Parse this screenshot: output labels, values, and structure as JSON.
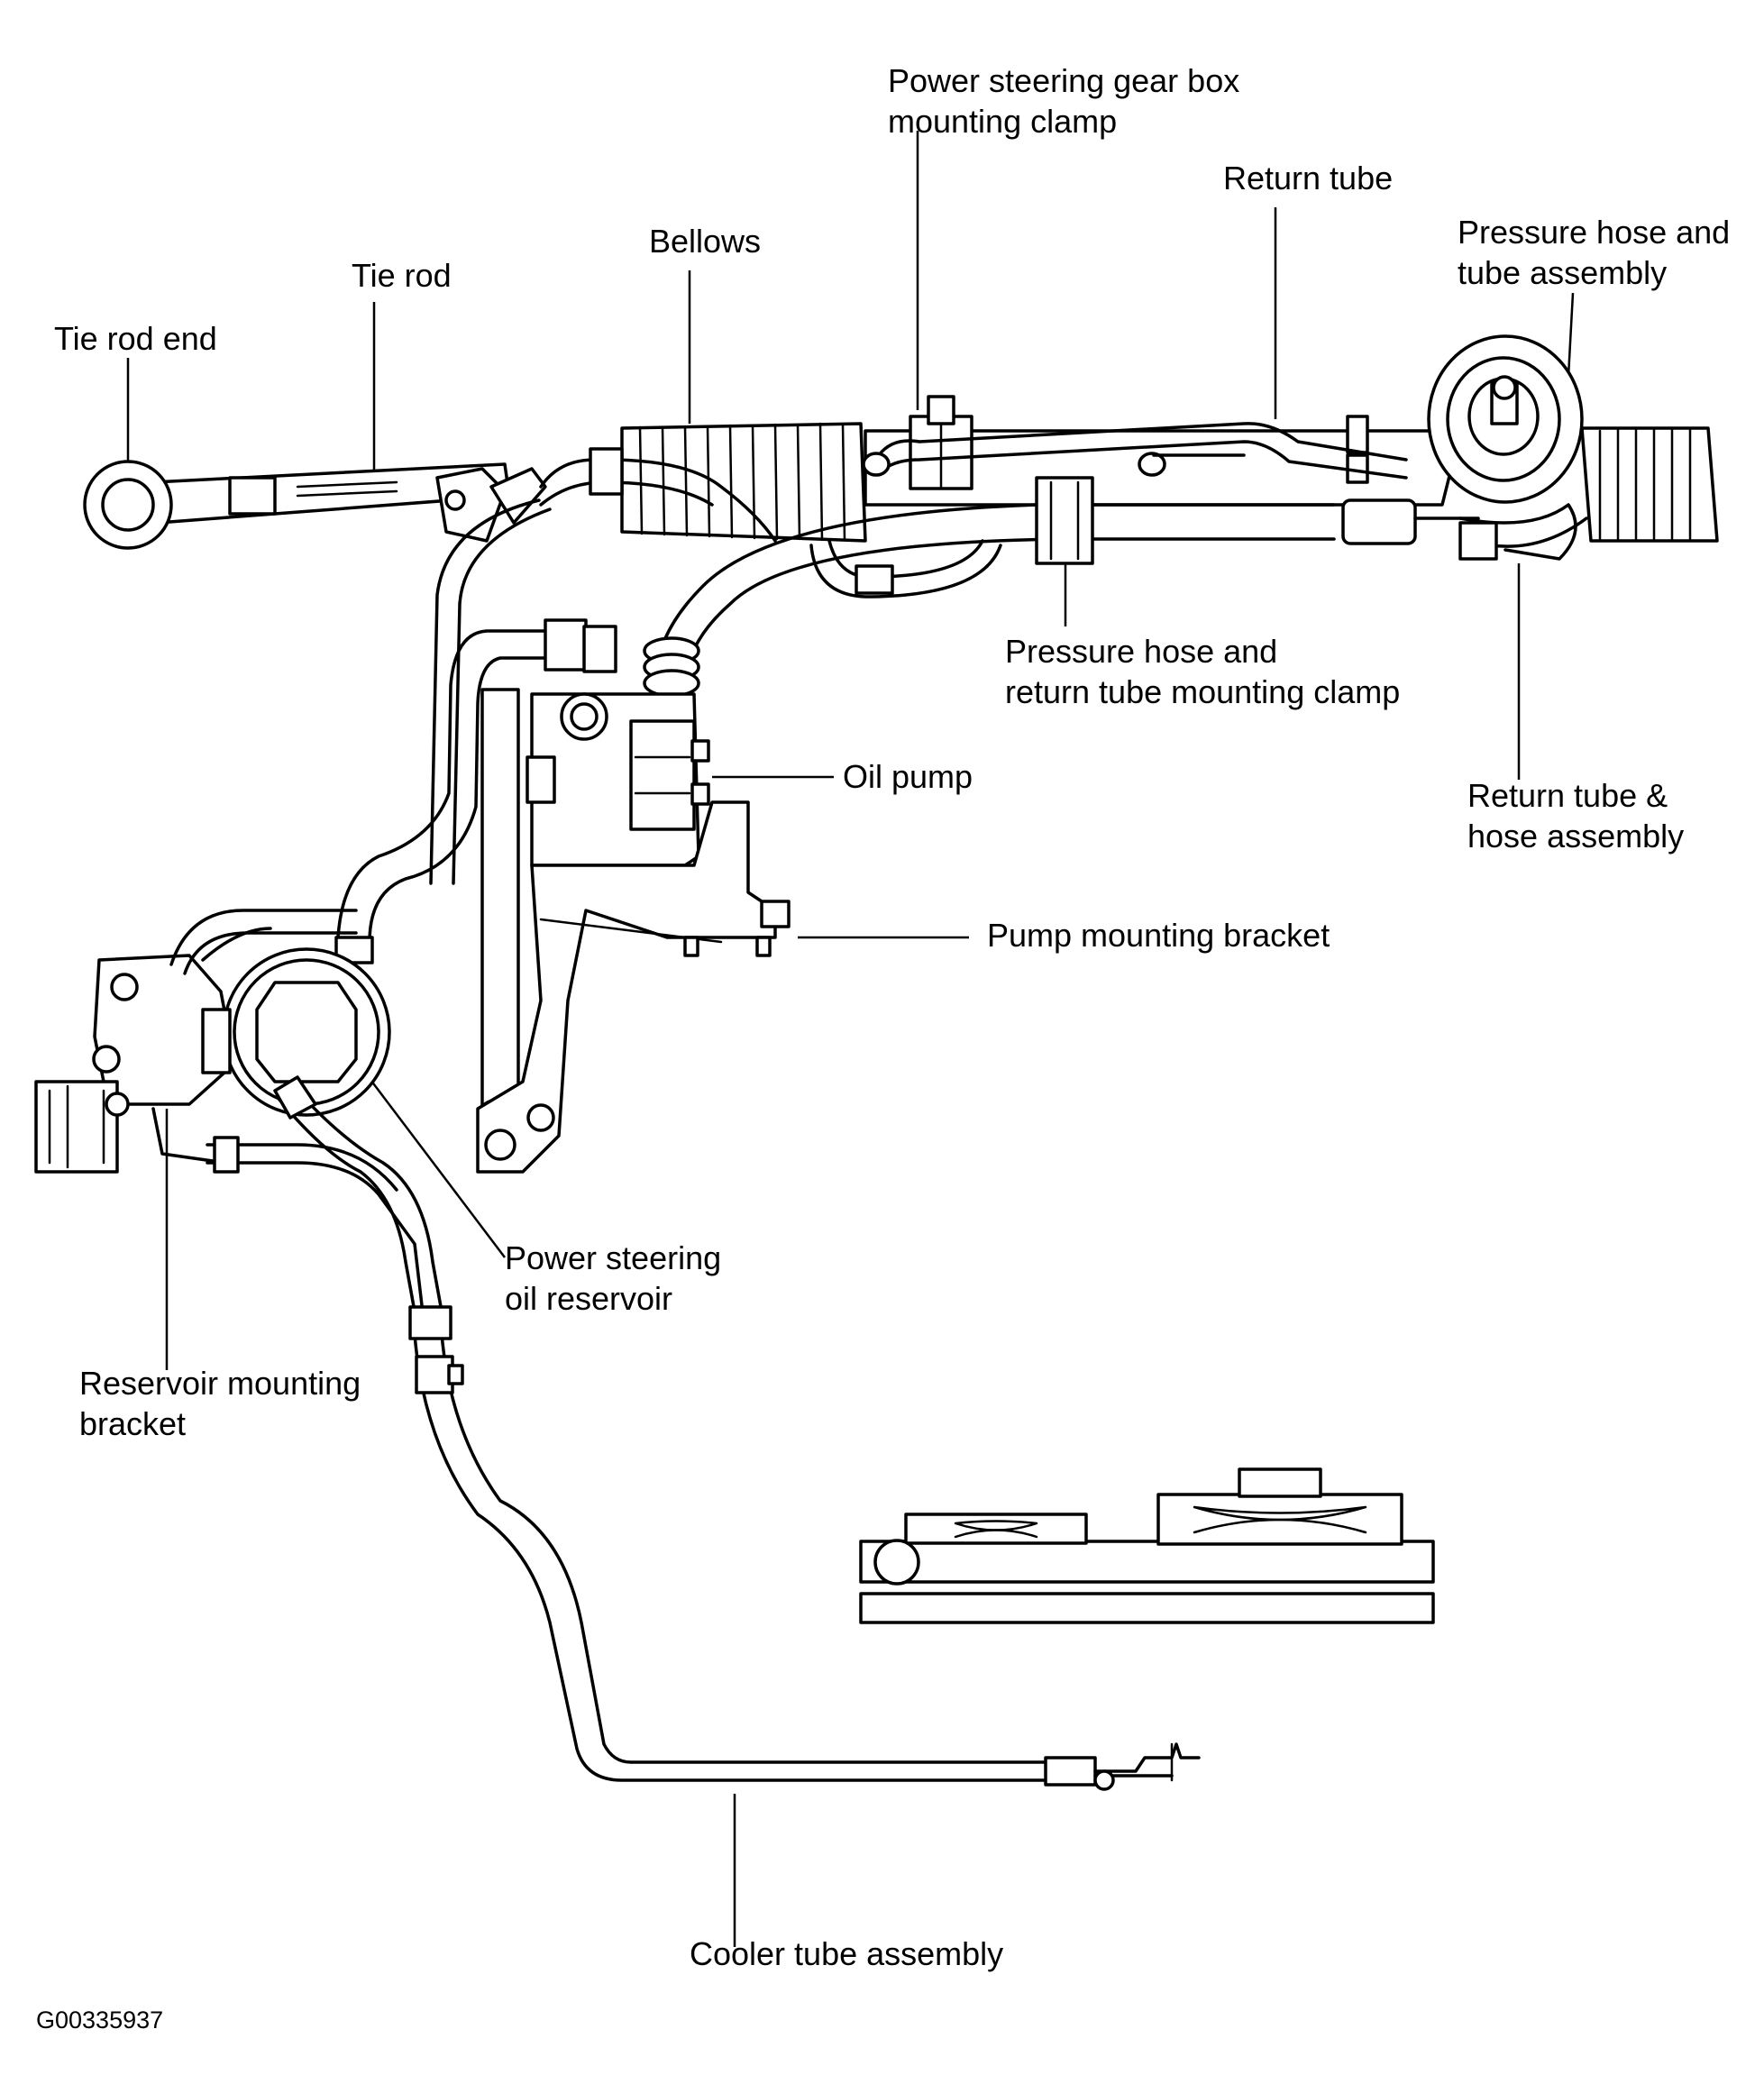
{
  "figure_code": "G00335937",
  "labels": {
    "gearbox_clamp": [
      "Power steering gear box",
      "mounting clamp"
    ],
    "return_tube": [
      "Return tube"
    ],
    "pressure_hose_tube": [
      "Pressure hose and",
      "tube assembly"
    ],
    "bellows": [
      "Bellows"
    ],
    "tie_rod": [
      "Tie rod"
    ],
    "tie_rod_end": [
      "Tie rod end"
    ],
    "pressure_return_clamp": [
      "Pressure hose and",
      "return tube mounting clamp"
    ],
    "oil_pump": [
      "Oil pump"
    ],
    "return_tube_hose": [
      "Return tube &",
      "hose assembly"
    ],
    "pump_bracket": [
      "Pump mounting bracket"
    ],
    "oil_reservoir": [
      "Power steering",
      "oil reservoir"
    ],
    "reservoir_bracket": [
      "Reservoir mounting",
      "bracket"
    ],
    "cooler_tube": [
      "Cooler tube assembly"
    ]
  },
  "colors": {
    "ink": "#000000",
    "paper": "#ffffff"
  }
}
